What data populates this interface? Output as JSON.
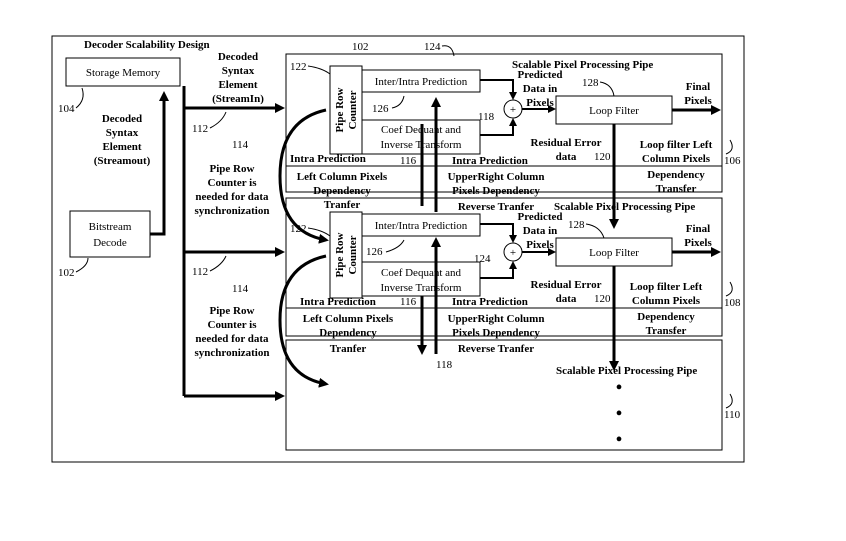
{
  "title": "Decoder Scalability Design",
  "storage_memory": "Storage Memory",
  "bitstream_decode": [
    "Bitstream",
    "Decode"
  ],
  "decoded_syntax_in": [
    "Decoded",
    "Syntax",
    "Element",
    "(StreamIn)"
  ],
  "decoded_syntax_out": [
    "Decoded",
    "Syntax",
    "Element",
    "(Streamout)"
  ],
  "pipe_row_counter_note": [
    "Pipe Row",
    "Counter is",
    "needed for data",
    "synchronization"
  ],
  "pipe_title": "Scalable Pixel Processing Pipe",
  "pipe_row_counter": [
    "Pipe Row",
    "Counter"
  ],
  "inter_intra_prediction": "Inter/Intra Prediction",
  "coef_dequant": [
    "Coef Dequant and",
    "Inverse Transform"
  ],
  "loop_filter": "Loop Filter",
  "predicted_data": [
    "Predicted",
    "Data in",
    "Pixels"
  ],
  "final_pixels": [
    "Final",
    "Pixels"
  ],
  "residual_error": [
    "Residual Error",
    "data"
  ],
  "loop_filter_left": [
    "Loop filter Left",
    "Column Pixels",
    "Dependency",
    "Transfer"
  ],
  "intra_prediction": "Intra Prediction",
  "left_column_dep": [
    "Left Column Pixels",
    "Dependency",
    "Tranfer"
  ],
  "upperright_dep": [
    "UpperRight Column",
    "Pixels Dependency",
    "Reverse Tranfer"
  ],
  "plus_sign": "+",
  "dots": [
    "•",
    "•",
    "•"
  ],
  "refs": {
    "r102_top": "102",
    "r124_top": "124",
    "r122a": "122",
    "r126a": "126",
    "r128a": "128",
    "r118a": "118",
    "r116a": "116",
    "r120a": "120",
    "r106": "106",
    "r104": "104",
    "r112a": "112",
    "r114a": "114",
    "r122b": "122",
    "r126b": "126",
    "r124b": "124",
    "r128b": "128",
    "r116b": "116",
    "r120b": "120",
    "r108": "108",
    "r112b": "112",
    "r114b": "114",
    "r118b": "118",
    "r102_bs": "102",
    "r110": "110"
  }
}
